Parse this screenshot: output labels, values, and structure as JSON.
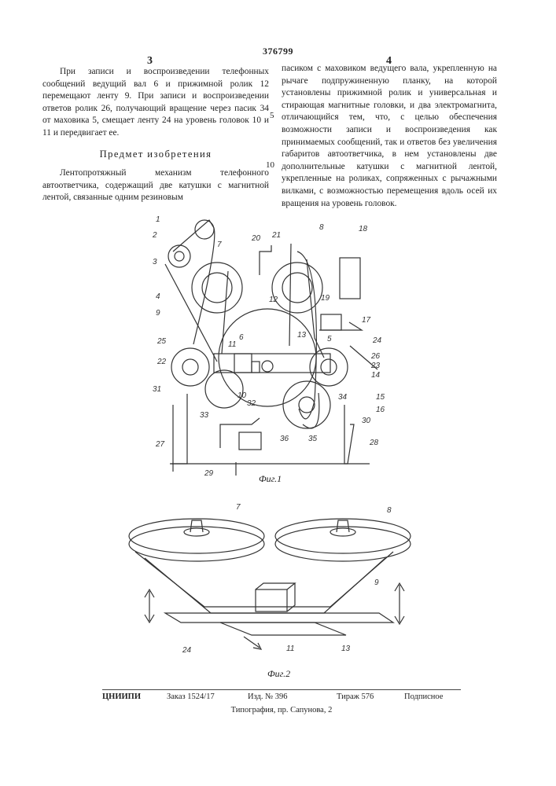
{
  "header": {
    "patent_number": "376799",
    "col_left_number": "3",
    "col_right_number": "4"
  },
  "left_column": {
    "para1": "При записи и воспроизведении телефонных сообщений ведущий вал 6 и прижимной ролик 12 перемещают ленту 9. При записи и воспроизведении ответов ролик 26, получающий вращение через пасик 34 от маховика 5, смещает ленту 24 на уровень головок 10 и 11 и передвигает ее.",
    "section_title": "Предмет изобретения",
    "para2": "Лентопротяжный механизм телефонного автоответчика, содержащий две катушки с магнитной лентой, связанные одним резиновым"
  },
  "right_column": {
    "text": "пасиком с маховиком ведущего вала, укрепленную на рычаге подпружиненную планку, на которой установлены прижимной ролик и универсальная и стирающая магнитные головки, и два электромагнита, отличающийся тем, что, с целью обеспечения возможности записи и воспроизведения как принимаемых сообщений, так и ответов без увеличения габаритов автоответчика, в нем установлены две дополнительные катушки с магнитной лентой, укрепленные на роликах, сопряженных с рычажными вилками, с возможностью перемещения вдоль осей их вращения на уровень головок.",
    "line_number_5": "5",
    "line_number_10": "10"
  },
  "figure1": {
    "caption": "Фиг.1",
    "labels": [
      "1",
      "2",
      "3",
      "4",
      "9",
      "25",
      "22",
      "31",
      "7",
      "20",
      "21",
      "8",
      "18",
      "12",
      "19",
      "17",
      "13",
      "5",
      "24",
      "11",
      "6",
      "26",
      "23",
      "14",
      "15",
      "34",
      "16",
      "10",
      "33",
      "32",
      "36",
      "35",
      "30",
      "27",
      "28",
      "29"
    ]
  },
  "figure2": {
    "caption": "Фиг.2",
    "labels": [
      "7",
      "8",
      "9",
      "24",
      "11",
      "13"
    ]
  },
  "footer": {
    "org": "ЦНИИПИ",
    "order": "Заказ 1524/17",
    "edition": "Изд. № 396",
    "circulation": "Тираж 576",
    "subscription": "Подписное",
    "printer": "Типография, пр. Сапунова, 2"
  }
}
